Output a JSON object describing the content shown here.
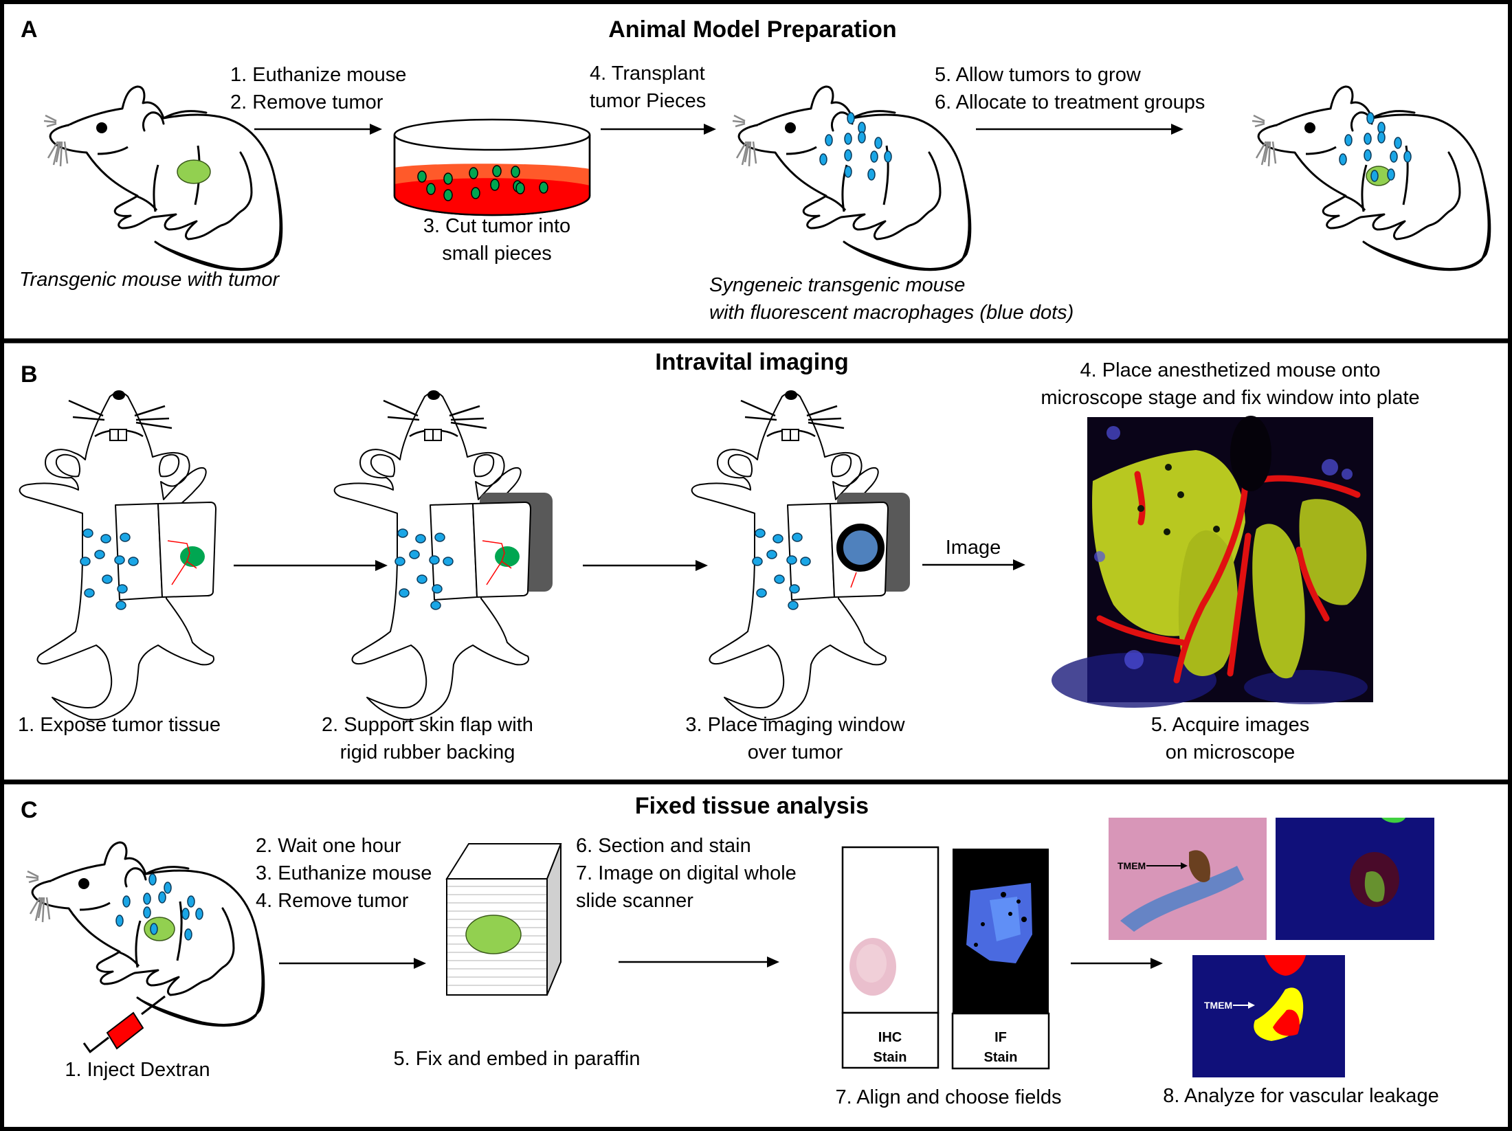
{
  "panels": {
    "A": {
      "letter": "A",
      "title": "Animal Model Preparation",
      "step1": "1. Euthanize mouse",
      "step2": "2. Remove tumor",
      "step3_line1": "3. Cut tumor into",
      "step3_line2": "small pieces",
      "step4_line1": "4. Transplant",
      "step4_line2": "tumor Pieces",
      "step5": "5. Allow tumors to grow",
      "step6": "6. Allocate to treatment groups",
      "caption_donor": "Transgenic mouse with tumor",
      "caption_recipient_line1": "Syngeneic transgenic mouse",
      "caption_recipient_line2": "with fluorescent macrophages (blue dots)"
    },
    "B": {
      "letter": "B",
      "title": "Intravital imaging",
      "step1": "1. Expose tumor tissue",
      "step2_line1": "2. Support skin flap with",
      "step2_line2": "rigid rubber backing",
      "step3_line1": "3. Place imaging window",
      "step3_line2": "over tumor",
      "step4_line1": "4. Place anesthetized mouse onto",
      "step4_line2": "microscope stage and fix window into plate",
      "arrow_label": "Image",
      "step5_line1": "5. Acquire images",
      "step5_line2": "on microscope"
    },
    "C": {
      "letter": "C",
      "title": "Fixed tissue analysis",
      "step1": "1. Inject Dextran",
      "step2": "2. Wait one hour",
      "step3": "3. Euthanize mouse",
      "step4": "4. Remove tumor",
      "step5": "5. Fix and embed in paraffin",
      "step6": "6. Section and stain",
      "step7a_line1": "7. Image on digital whole",
      "step7a_line2": "slide scanner",
      "step7b": "7. Align and choose fields",
      "step8": "8. Analyze for vascular leakage",
      "ihc_label_line1": "IHC",
      "ihc_label_line2": "Stain",
      "if_label_line1": "IF",
      "if_label_line2": "Stain",
      "tmem_label": "TMEM"
    }
  },
  "colors": {
    "tumor_green": "#92d050",
    "tumor_dark_green": "#00a651",
    "macrophage_blue": "#1aa6e6",
    "medium_red": "#ff0000",
    "medium_orange": "#ff5a2a",
    "rubber_gray": "#595959",
    "window_blue": "#4f81bd",
    "syringe_red": "#ff0000"
  }
}
